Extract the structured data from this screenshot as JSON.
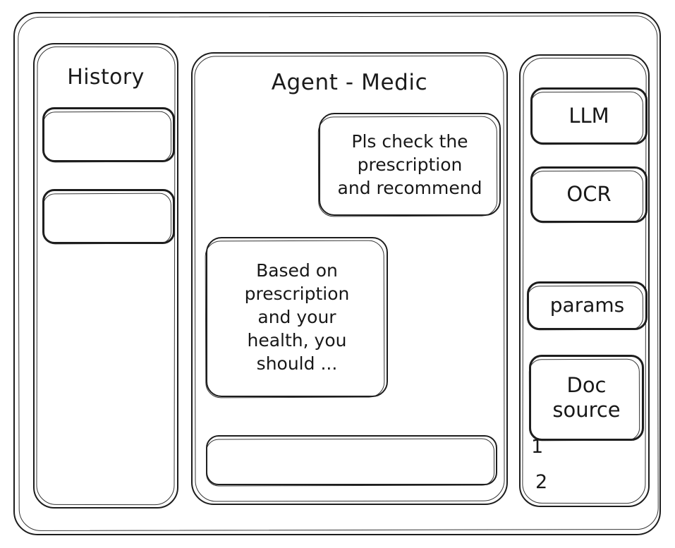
{
  "window": {
    "style": "hand-drawn wireframe sketch",
    "stroke_color": "#1d1d1d",
    "background_color": "#ffffff"
  },
  "sidebar": {
    "title": "History",
    "items": [
      {
        "label": ""
      },
      {
        "label": ""
      }
    ]
  },
  "main": {
    "title": "Agent - Medic",
    "messages": [
      {
        "role": "user",
        "text": "Pls check the\nprescription\nand recommend"
      },
      {
        "role": "assistant",
        "text": "Based on\nprescription\nand your\nhealth, you\nshould ..."
      }
    ],
    "composer": {
      "value": "",
      "placeholder": ""
    }
  },
  "tools": {
    "buttons": [
      {
        "label": "LLM"
      },
      {
        "label": "OCR"
      },
      {
        "label": "params"
      }
    ],
    "doc_source": {
      "line1": "Doc",
      "line2": "source",
      "references": [
        "1",
        "2"
      ]
    }
  }
}
